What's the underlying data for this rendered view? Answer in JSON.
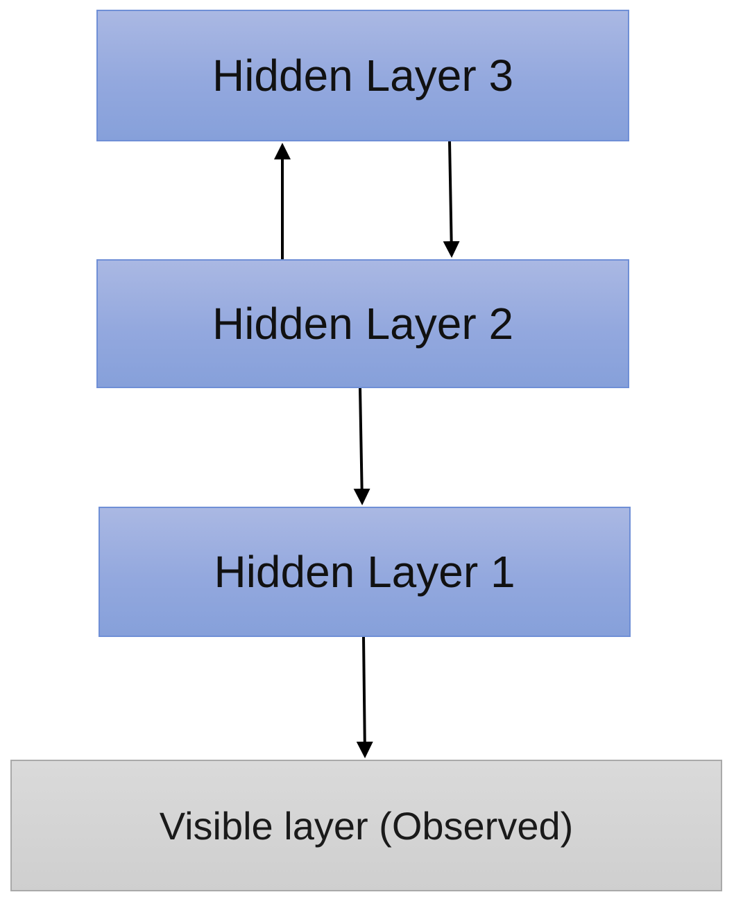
{
  "layers": {
    "hidden3": "Hidden Layer 3",
    "hidden2": "Hidden Layer 2",
    "hidden1": "Hidden Layer 1",
    "visible": "Visible layer (Observed)"
  },
  "colors": {
    "hidden_fill": "#93a8de",
    "hidden_border": "#6f8fd6",
    "visible_fill": "#d4d4d4",
    "visible_border": "#a9a9a9",
    "arrow": "#000000"
  },
  "edges": [
    {
      "from": "hidden2",
      "to": "hidden3"
    },
    {
      "from": "hidden3",
      "to": "hidden2"
    },
    {
      "from": "hidden2",
      "to": "hidden1"
    },
    {
      "from": "hidden1",
      "to": "visible"
    }
  ]
}
